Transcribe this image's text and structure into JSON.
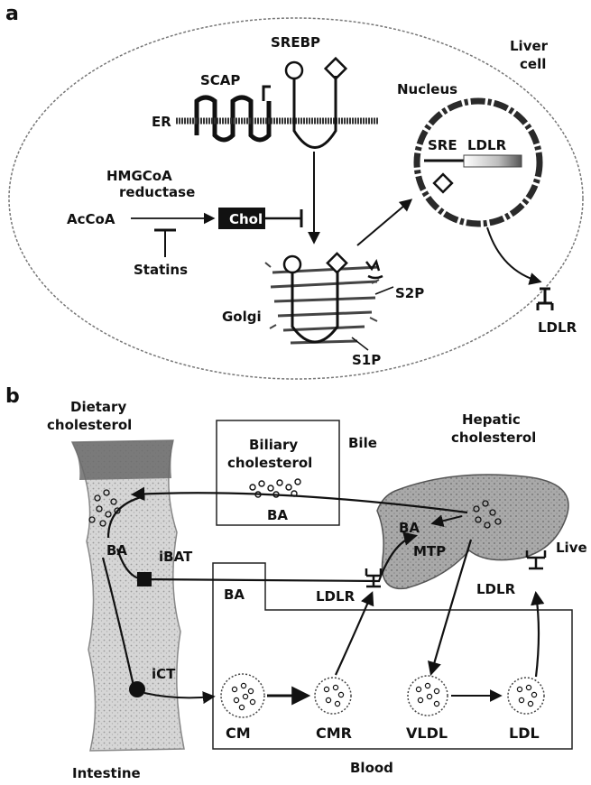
{
  "panel_a": {
    "label": "a",
    "liver_cell": [
      "Liver",
      "cell"
    ],
    "nucleus": "Nucleus",
    "scap": "SCAP",
    "srebp": "SREBP",
    "er": "ER",
    "hmgcoa": [
      "HMGCoA",
      "reductase"
    ],
    "accoa": "AcCoA",
    "chol": "Chol",
    "statins": "Statins",
    "golgi": "Golgi",
    "s2p": "S2P",
    "s1p": "S1P",
    "sre": "SRE",
    "ldlr_gene": "LDLR",
    "ldlr_receptor": "LDLR"
  },
  "panel_b": {
    "label": "b",
    "dietary": [
      "Dietary",
      "cholesterol"
    ],
    "biliary": [
      "Biliary",
      "cholesterol"
    ],
    "bile": "Bile",
    "ba_bile": "BA",
    "hepatic": [
      "Hepatic",
      "cholesterol"
    ],
    "ba_liver": "BA",
    "mtp": "MTP",
    "liver": "Live",
    "ba_intestine": "BA",
    "ibat": "iBAT",
    "ba_blood": "BA",
    "ldlr_left": "LDLR",
    "ldlr_right": "LDLR",
    "ict": "iCT",
    "cm": "CM",
    "cmr": "CMR",
    "vldl": "VLDL",
    "ldl": "LDL",
    "intestine": "Intestine",
    "blood": "Blood"
  },
  "colors": {
    "ink": "#111111",
    "cell_fill": "#ffffff",
    "intestine_fill": "#d9d9d9",
    "liver_fill": "#b5b5b5",
    "chol_box": "#111111"
  }
}
